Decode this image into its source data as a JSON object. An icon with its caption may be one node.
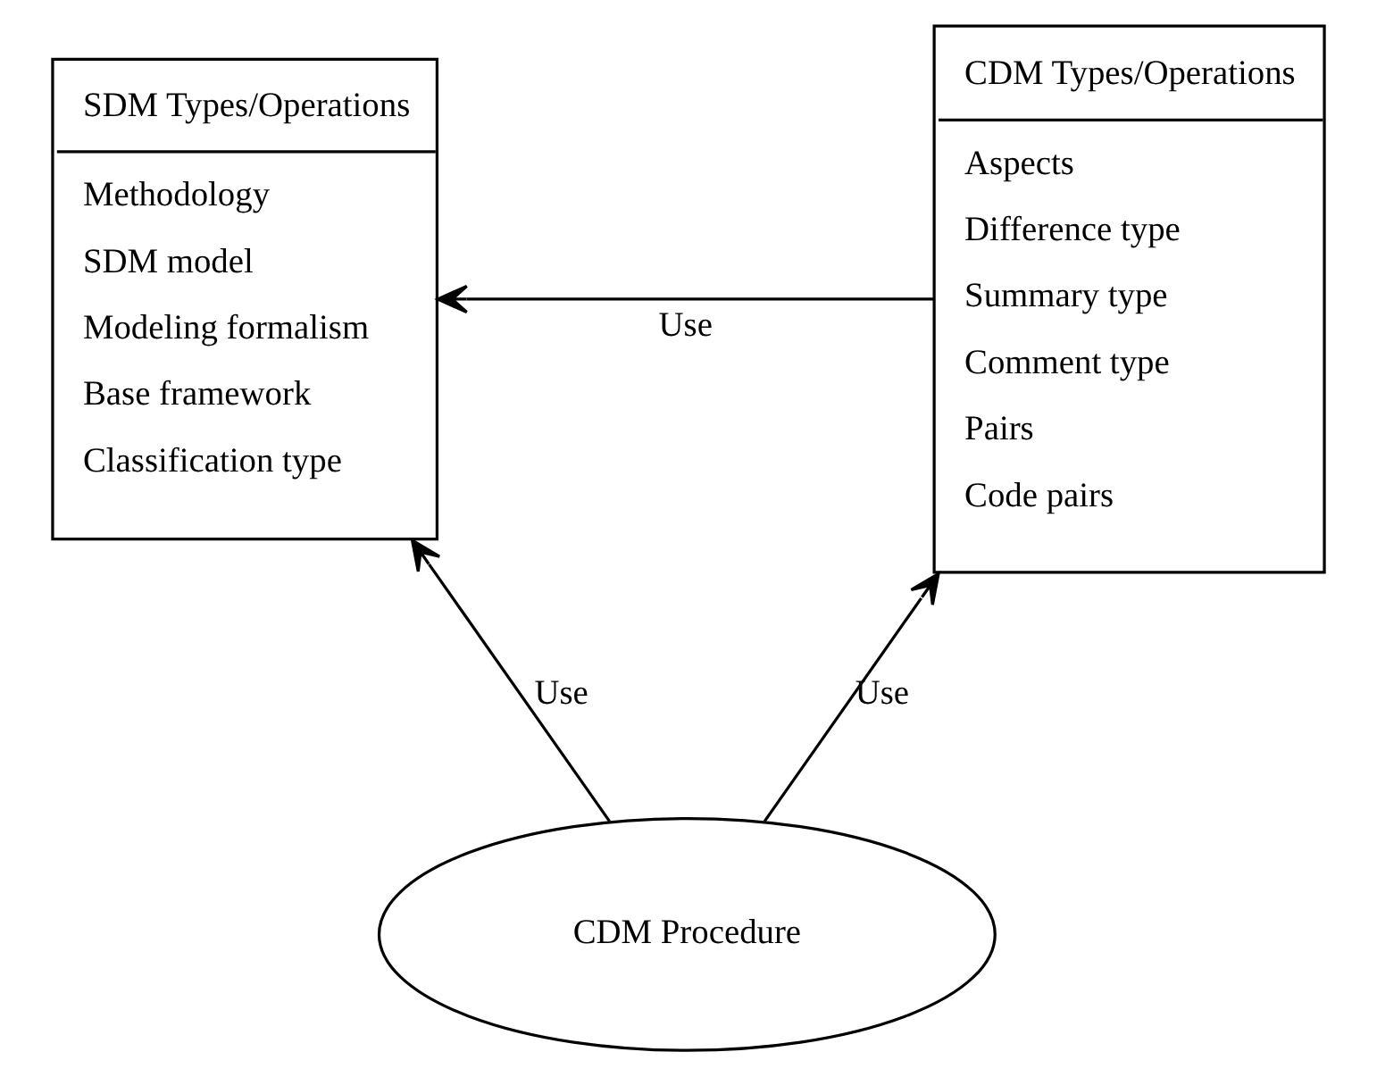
{
  "diagram": {
    "nodes": [
      {
        "text": [
          "SDM Types/Operations",
          "Methodology",
          "SDM model",
          "Modeling formalism",
          "Base framework",
          "Classification type"
        ]
      },
      {
        "text": [
          "CDM Types/Operations",
          "Aspects",
          "Difference type",
          "Summary type",
          "Comment type",
          "Pairs",
          "Code pairs"
        ]
      },
      {
        "text": [
          "CDM Procedure"
        ]
      }
    ],
    "edges": [
      {
        "from": 1,
        "to": 0,
        "arrow": "to",
        "label": "Use"
      },
      {
        "from": 2,
        "to": 0,
        "arrow": "to",
        "label": "Use"
      },
      {
        "from": 2,
        "to": 1,
        "arrow": "to",
        "label": "Use"
      }
    ]
  }
}
